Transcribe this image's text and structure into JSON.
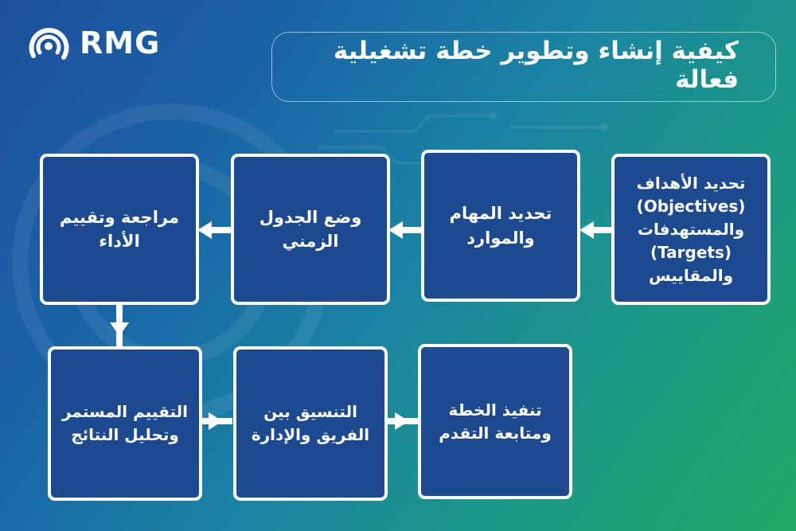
{
  "brand": {
    "logo_text": "RMG"
  },
  "title": "كيفية إنشاء وتطوير خطة تشغيلية فعالة",
  "colors": {
    "box_fill": "#1d4a8e",
    "connector": "#ffffff"
  },
  "steps": [
    {
      "label": "تحديد الأهداف\n(Objectives)\nوالمستهدفات\n(Targets)\nوالمقاييس"
    },
    {
      "label": "تحديد المهام\nوالموارد"
    },
    {
      "label": "وضع الجدول\nالزمني"
    },
    {
      "label": "مراجعة وتقييم\nالأداء"
    },
    {
      "label": "التقييم المستمر\nوتحليل النتائج"
    },
    {
      "label": "التنسيق بين\nالفريق والإدارة"
    },
    {
      "label": "تنفيذ الخطة\nومتابعة التقدم"
    }
  ]
}
